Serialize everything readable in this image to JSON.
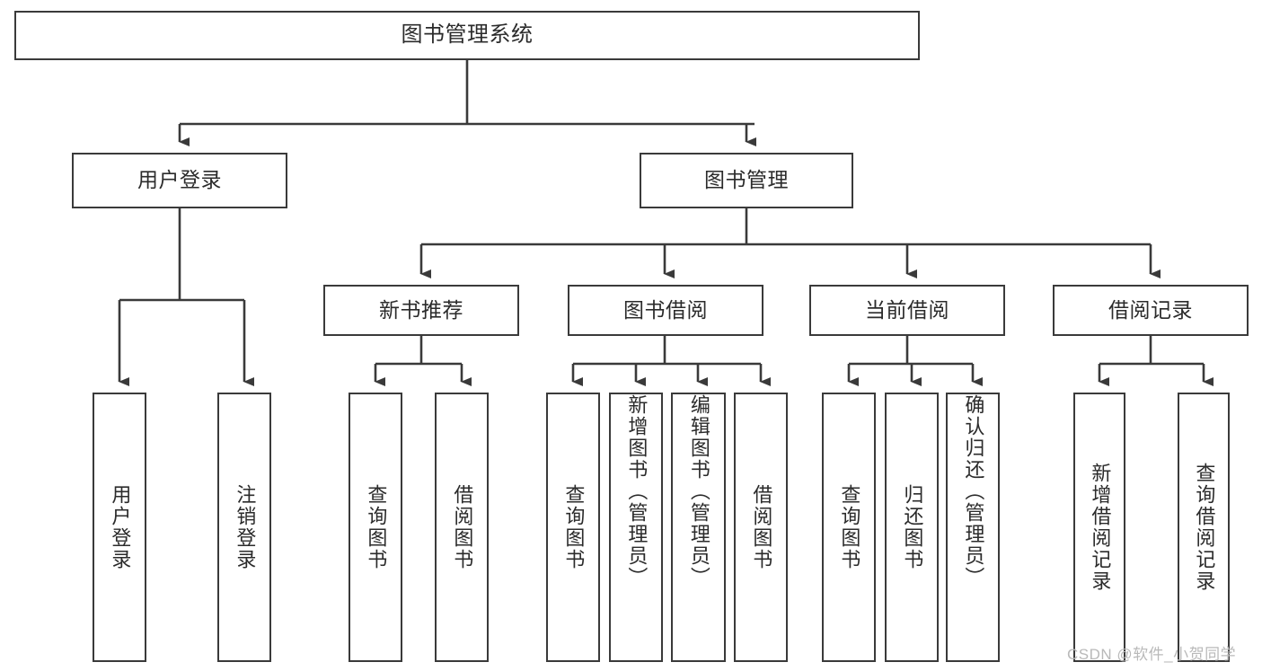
{
  "diagram": {
    "title": "图书管理系统",
    "type": "tree",
    "watermark": "CSDN @软件_小贺同学",
    "nodes": {
      "root": {
        "label": "图书管理系统"
      },
      "level2": [
        {
          "id": "user-login",
          "label": "用户登录"
        },
        {
          "id": "book-manage",
          "label": "图书管理"
        }
      ],
      "level3": [
        {
          "id": "new-book-recommend",
          "label": "新书推荐"
        },
        {
          "id": "book-borrow",
          "label": "图书借阅"
        },
        {
          "id": "current-borrow",
          "label": "当前借阅"
        },
        {
          "id": "borrow-record",
          "label": "借阅记录"
        }
      ],
      "leaves": [
        {
          "id": "leaf-user-login",
          "label": "用户登录",
          "parent": "user-login"
        },
        {
          "id": "leaf-user-logout",
          "label": "注销登录",
          "parent": "user-login"
        },
        {
          "id": "leaf-query-book-1",
          "label": "查询图书",
          "parent": "new-book-recommend"
        },
        {
          "id": "leaf-borrow-book-1",
          "label": "借阅图书",
          "parent": "new-book-recommend"
        },
        {
          "id": "leaf-query-book-2",
          "label": "查询图书",
          "parent": "book-borrow"
        },
        {
          "id": "leaf-add-book",
          "label": "新增图书（管理员）",
          "parent": "book-borrow"
        },
        {
          "id": "leaf-edit-book",
          "label": "编辑图书（管理员）",
          "parent": "book-borrow"
        },
        {
          "id": "leaf-borrow-book-2",
          "label": "借阅图书",
          "parent": "book-borrow"
        },
        {
          "id": "leaf-query-book-3",
          "label": "查询图书",
          "parent": "current-borrow"
        },
        {
          "id": "leaf-return-book",
          "label": "归还图书",
          "parent": "current-borrow"
        },
        {
          "id": "leaf-confirm-return",
          "label": "确认归还（管理员）",
          "parent": "current-borrow"
        },
        {
          "id": "leaf-add-record",
          "label": "新增借阅记录",
          "parent": "borrow-record"
        },
        {
          "id": "leaf-query-record",
          "label": "查询借阅记录",
          "parent": "borrow-record"
        }
      ]
    },
    "colors": {
      "stroke": "#3a3a3a",
      "text": "#2b2b2b",
      "background": "#ffffff",
      "watermark": "#b9b9b9"
    }
  }
}
